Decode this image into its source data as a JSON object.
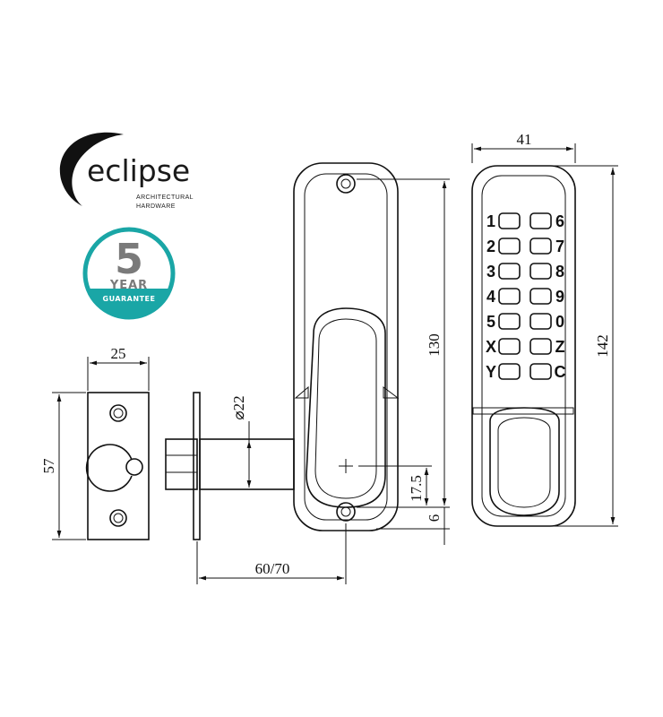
{
  "logo": {
    "wordmark": "eclipse",
    "line1": "ARCHITECTURAL",
    "line2": "HARDWARE"
  },
  "badge": {
    "number": "5",
    "year": "YEAR",
    "guarantee": "GUARANTEE",
    "teal_color": "#1aa6a6",
    "grey_color": "#7a7a7a"
  },
  "dimensions": {
    "faceplate_width": "25",
    "faceplate_height": "57",
    "spindle_diameter": "⌀22",
    "backset": "60/70",
    "plate_height": "130",
    "hole_offset": "17.5",
    "bottom_offset": "6",
    "keypad_width": "41",
    "keypad_height": "142"
  },
  "keypad": {
    "left_column": [
      "1",
      "2",
      "3",
      "4",
      "5",
      "X",
      "Y"
    ],
    "right_column": [
      "6",
      "7",
      "8",
      "9",
      "0",
      "Z",
      "C"
    ]
  }
}
